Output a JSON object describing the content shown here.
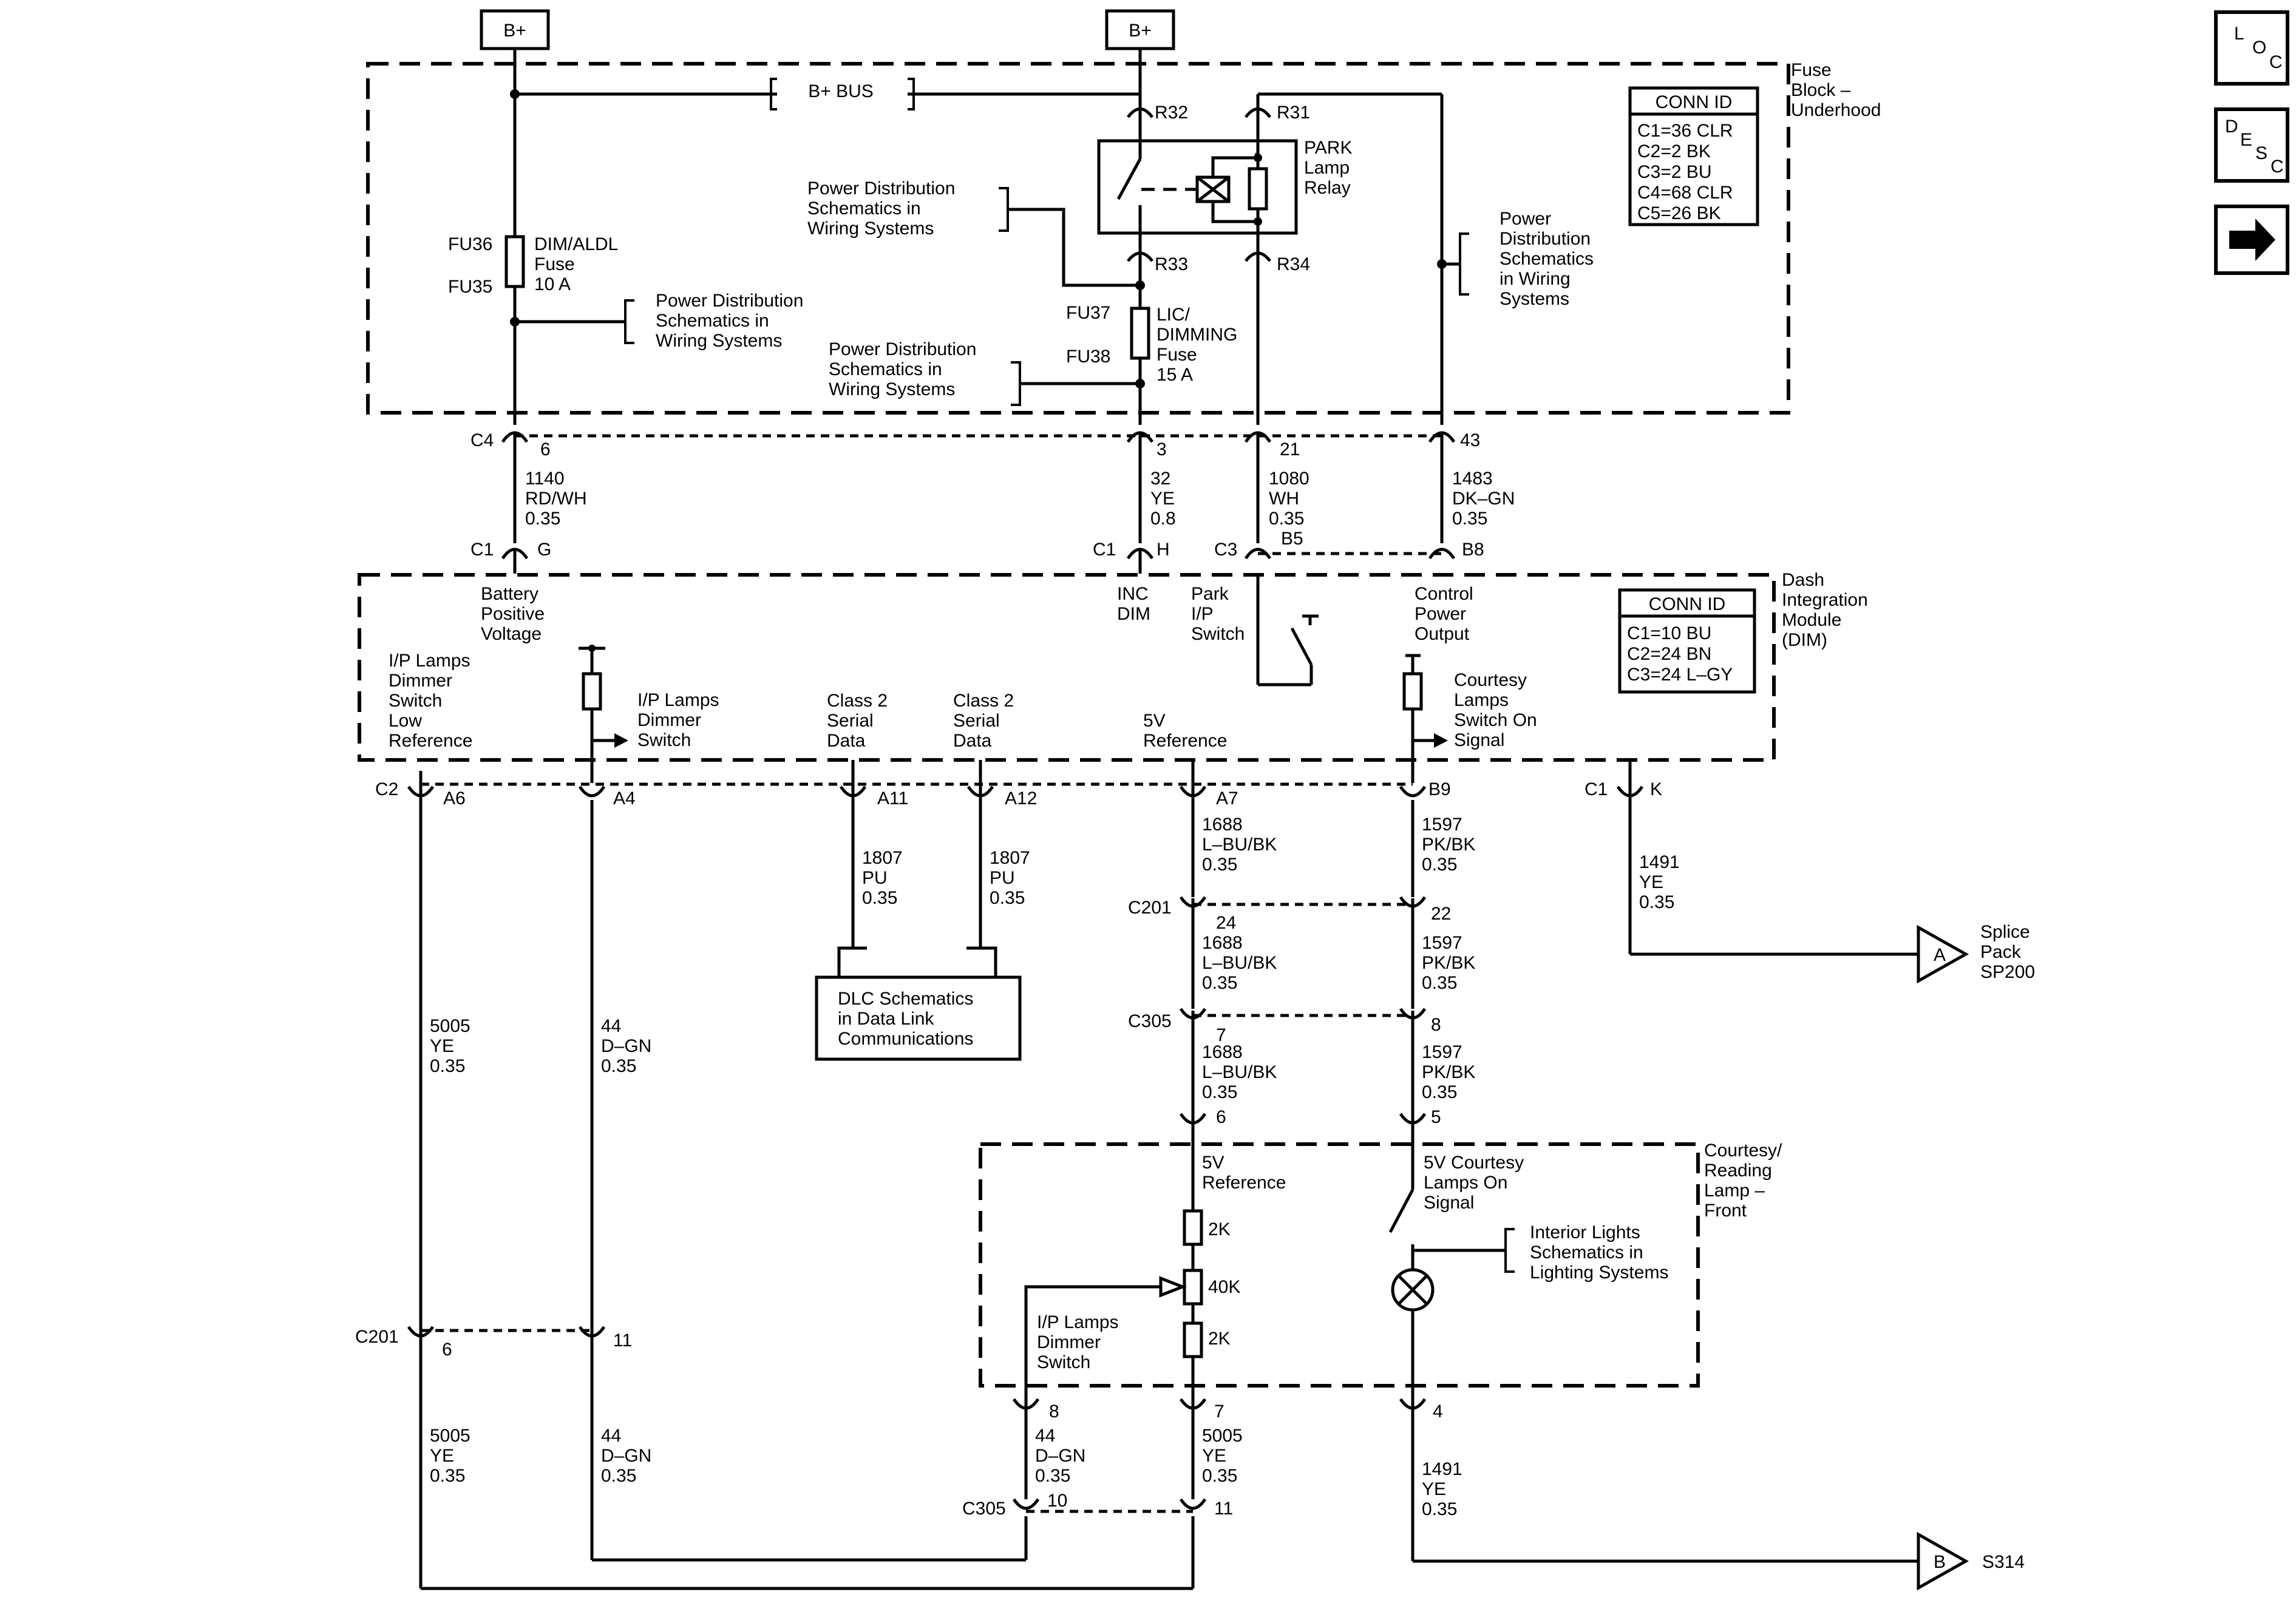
{
  "power": {
    "bplus_left": "B+",
    "bplus_right": "B+",
    "bus_label": "B+ BUS"
  },
  "fuse_block": {
    "label": [
      "Fuse",
      "Block –",
      "Underhood"
    ],
    "conn_id_title": "CONN ID",
    "conn_ids": [
      "C1=36 CLR",
      "C2=2 BK",
      "C3=2 BU",
      "C4=68 CLR",
      "C5=26 BK"
    ],
    "fuse_dim_aldl": {
      "top_pin": "FU36",
      "bottom_pin": "FU35",
      "name": [
        "DIM/ALDL",
        "Fuse",
        "10 A"
      ]
    },
    "fuse_lic": {
      "top_pin": "FU37",
      "bottom_pin": "FU38",
      "name": [
        "LIC/",
        "DIMMING",
        "Fuse",
        "15 A"
      ]
    },
    "relay": {
      "name": [
        "PARK",
        "Lamp",
        "Relay"
      ],
      "pins": [
        "R32",
        "R31",
        "R33",
        "R34"
      ]
    },
    "refs": {
      "pd1": [
        "Power Distribution",
        "Schematics in",
        "Wiring Systems"
      ],
      "pd2": [
        "Power Distribution",
        "Schematics in",
        "Wiring Systems"
      ],
      "pd3": [
        "Power Distribution",
        "Schematics in",
        "Wiring Systems"
      ],
      "pd4": [
        "Power",
        "Distribution",
        "Schematics",
        "in Wiring",
        "Systems"
      ]
    }
  },
  "c4": {
    "name": "C4",
    "pins": [
      "6",
      "3",
      "21",
      "43"
    ]
  },
  "wires_top": [
    {
      "circuit": "1140",
      "color": "RD/WH",
      "gauge": "0.35"
    },
    {
      "circuit": "32",
      "color": "YE",
      "gauge": "0.8"
    },
    {
      "circuit": "1080",
      "color": "WH",
      "gauge": "0.35"
    },
    {
      "circuit": "1483",
      "color": "DK–GN",
      "gauge": "0.35"
    }
  ],
  "dim": {
    "label": [
      "Dash",
      "Integration",
      "Module",
      "(DIM)"
    ],
    "conn_id_title": "CONN ID",
    "conn_ids": [
      "C1=10 BU",
      "C2=24 BN",
      "C3=24 L–GY"
    ],
    "top_conn": {
      "c1": "C1",
      "c1_g": "G",
      "c1b": "C1",
      "c1_h": "H",
      "c3": "C3",
      "c3_b5": "B5",
      "c3_b8": "B8"
    },
    "inputs": {
      "battery": [
        "Battery",
        "Positive",
        "Voltage"
      ],
      "inc_dim": [
        "INC",
        "DIM"
      ],
      "park_ip": [
        "Park",
        "I/P",
        "Switch"
      ],
      "control_power": [
        "Control",
        "Power",
        "Output"
      ],
      "dimmer_low": [
        "I/P Lamps",
        "Dimmer",
        "Switch",
        "Low",
        "Reference"
      ],
      "dimmer_switch": [
        "I/P Lamps",
        "Dimmer",
        "Switch"
      ],
      "class2_a": [
        "Class 2",
        "Serial",
        "Data"
      ],
      "class2_b": [
        "Class 2",
        "Serial",
        "Data"
      ],
      "ref5v": [
        "5V",
        "Reference"
      ],
      "courtesy": [
        "Courtesy",
        "Lamps",
        "Switch On",
        "Signal"
      ]
    },
    "bottom_conn": {
      "c2": "C2",
      "a6": "A6",
      "a4": "A4",
      "a11": "A11",
      "a12": "A12",
      "a7": "A7",
      "b9": "B9",
      "c1": "C1",
      "k": "K"
    }
  },
  "wires_mid": {
    "w5005": {
      "circuit": "5005",
      "color": "YE",
      "gauge": "0.35"
    },
    "w44": {
      "circuit": "44",
      "color": "D–GN",
      "gauge": "0.35"
    },
    "w1807a": {
      "circuit": "1807",
      "color": "PU",
      "gauge": "0.35"
    },
    "w1807b": {
      "circuit": "1807",
      "color": "PU",
      "gauge": "0.35"
    },
    "w1688": {
      "circuit": "1688",
      "color": "L–BU/BK",
      "gauge": "0.35"
    },
    "w1597": {
      "circuit": "1597",
      "color": "PK/BK",
      "gauge": "0.35"
    },
    "w1491": {
      "circuit": "1491",
      "color": "YE",
      "gauge": "0.35"
    }
  },
  "dlc": {
    "label": [
      "DLC Schematics",
      "in Data Link",
      "Communications"
    ]
  },
  "splice_a": {
    "letter": "A",
    "label": [
      "Splice",
      "Pack",
      "SP200"
    ]
  },
  "splice_b": {
    "letter": "B",
    "label": "S314"
  },
  "c201_upper": {
    "name": "C201",
    "pin_l": "24",
    "pin_r": "22"
  },
  "c305_upper": {
    "name": "C305",
    "pin_l": "7",
    "pin_r": "8"
  },
  "reading_lamp": {
    "label": [
      "Courtesy/",
      "Reading",
      "Lamp –",
      "Front"
    ],
    "pin_6": "6",
    "pin_5": "5",
    "pin_8": "8",
    "pin_7": "7",
    "pin_4": "4",
    "ref5v": [
      "5V",
      "Reference"
    ],
    "courtesy": [
      "5V Courtesy",
      "Lamps On",
      "Signal"
    ],
    "interior": [
      "Interior Lights",
      "Schematics in",
      "Lighting Systems"
    ],
    "r1": "2K",
    "r2": "40K",
    "r3": "2K",
    "dimmer": [
      "I/P Lamps",
      "Dimmer",
      "Switch"
    ]
  },
  "c201_lower": {
    "name": "C201",
    "pin_l": "6",
    "pin_r": "11"
  },
  "c305_lower": {
    "name": "C305",
    "pin_l": "10",
    "pin_r": "11"
  },
  "nav": {
    "loc": [
      "L",
      "O",
      "C"
    ],
    "desc": [
      "D",
      "E",
      "S",
      "C"
    ]
  }
}
